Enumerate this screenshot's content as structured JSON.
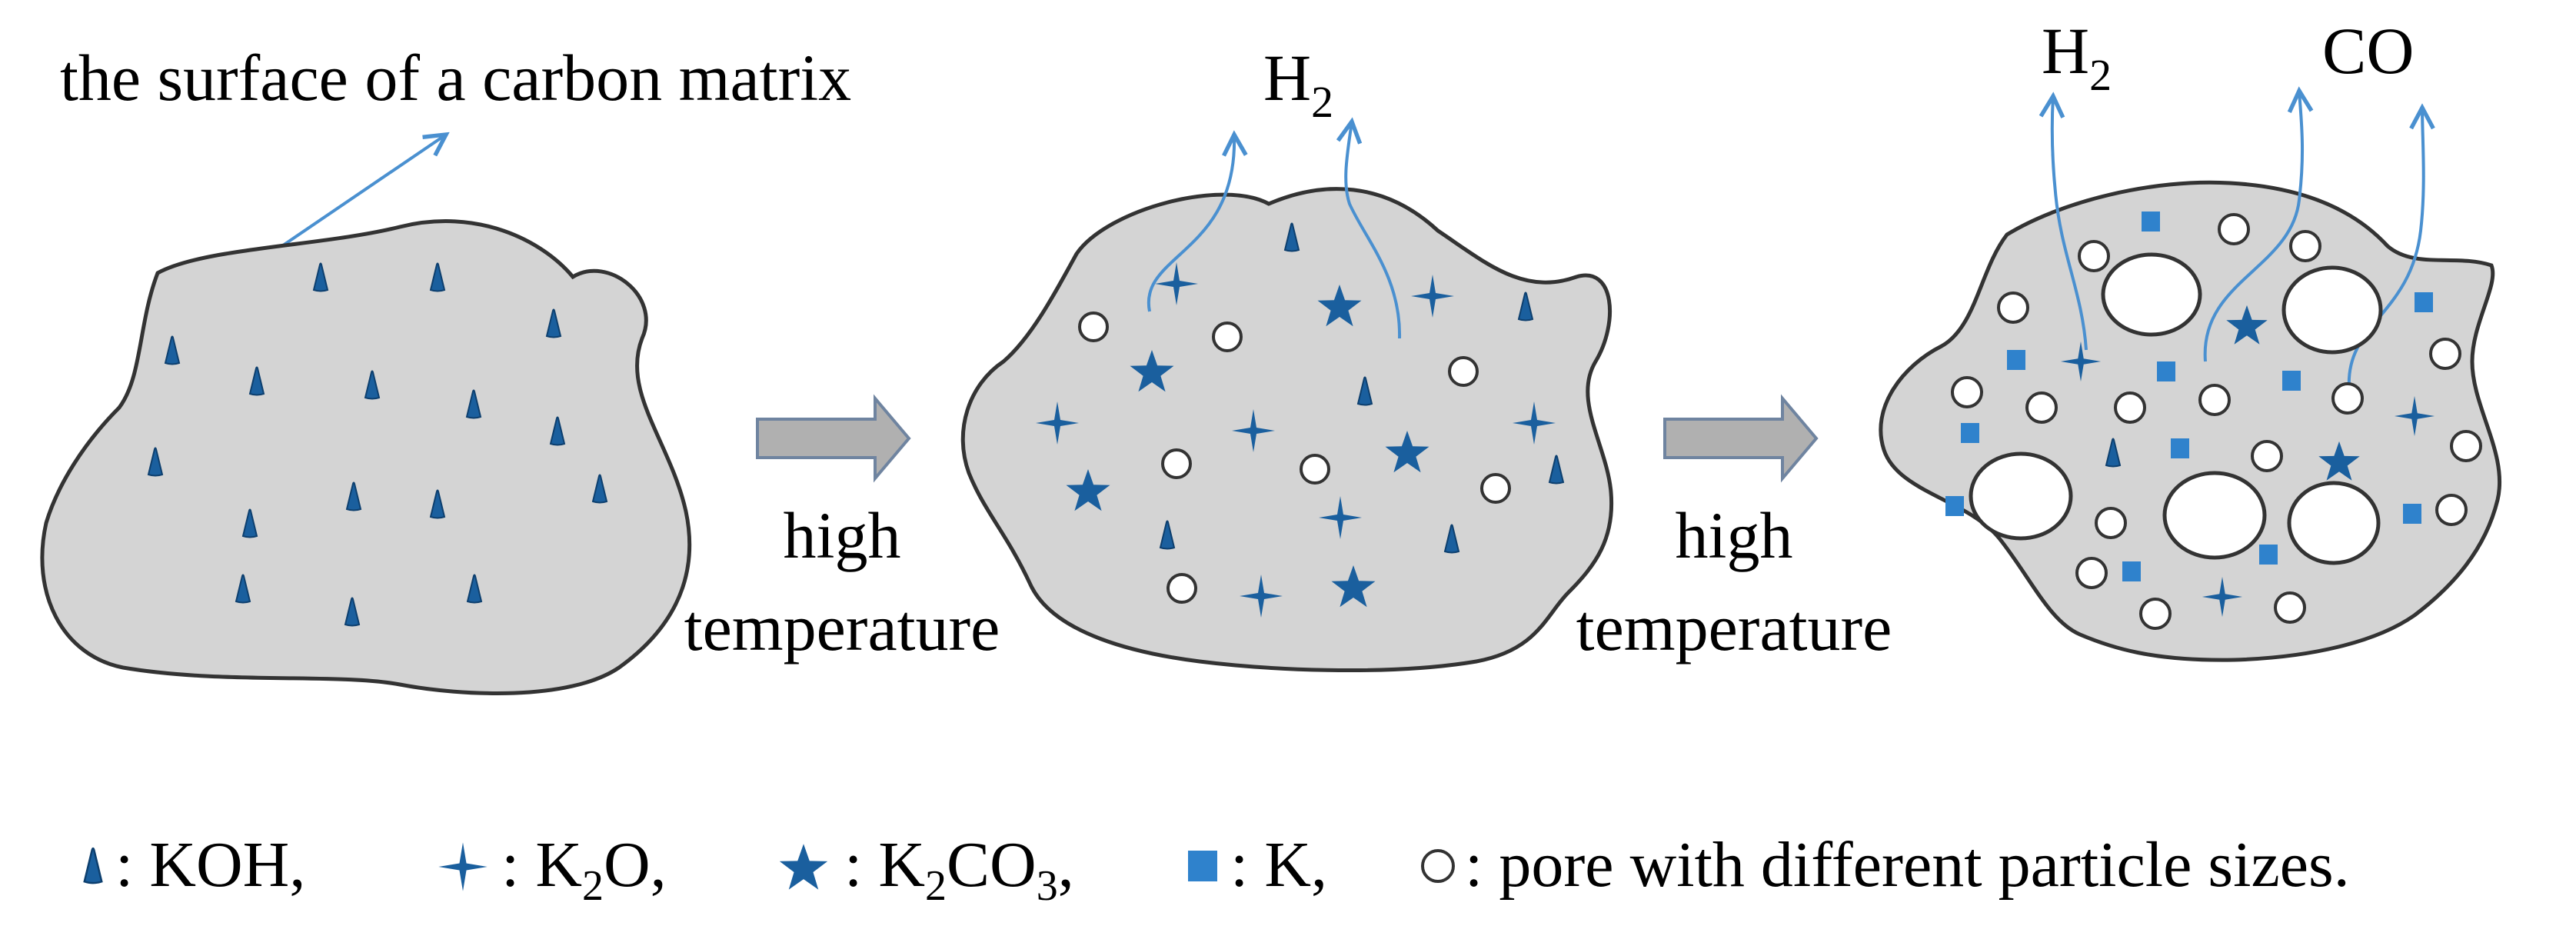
{
  "labels": {
    "surface": "the surface of a carbon matrix",
    "h2_mid": "H",
    "h2_mid_sub": "2",
    "h2_right": "H",
    "h2_right_sub": "2",
    "co_right": "CO",
    "arrow1_line1": "high",
    "arrow1_line2": "temperature",
    "arrow2_line1": "high",
    "arrow2_line2": "temperature"
  },
  "legend": {
    "koh_text": ": KOH,",
    "k2o_pre": ": K",
    "k2o_sub": "2",
    "k2o_post": "O,",
    "k2co3_pre": ": K",
    "k2co3_sub1": "2",
    "k2co3_mid": "CO",
    "k2co3_sub2": "3",
    "k2co3_post": ",",
    "k_text": ": K,",
    "pore_text": ": pore with different particle sizes."
  },
  "icons": {
    "koh": "triangle-marker-icon",
    "k2o": "four-point-star-icon",
    "k2co3": "five-point-star-icon",
    "k": "square-marker-icon",
    "pore": "circle-pore-icon"
  },
  "colors": {
    "matrix_fill": "#d4d4d4",
    "matrix_stroke": "#333333",
    "marker_dark_blue": "#1a5f9e",
    "marker_light_blue": "#2f82cc",
    "gas_line": "#4a90d0",
    "process_arrow": "#b0b0b0"
  }
}
